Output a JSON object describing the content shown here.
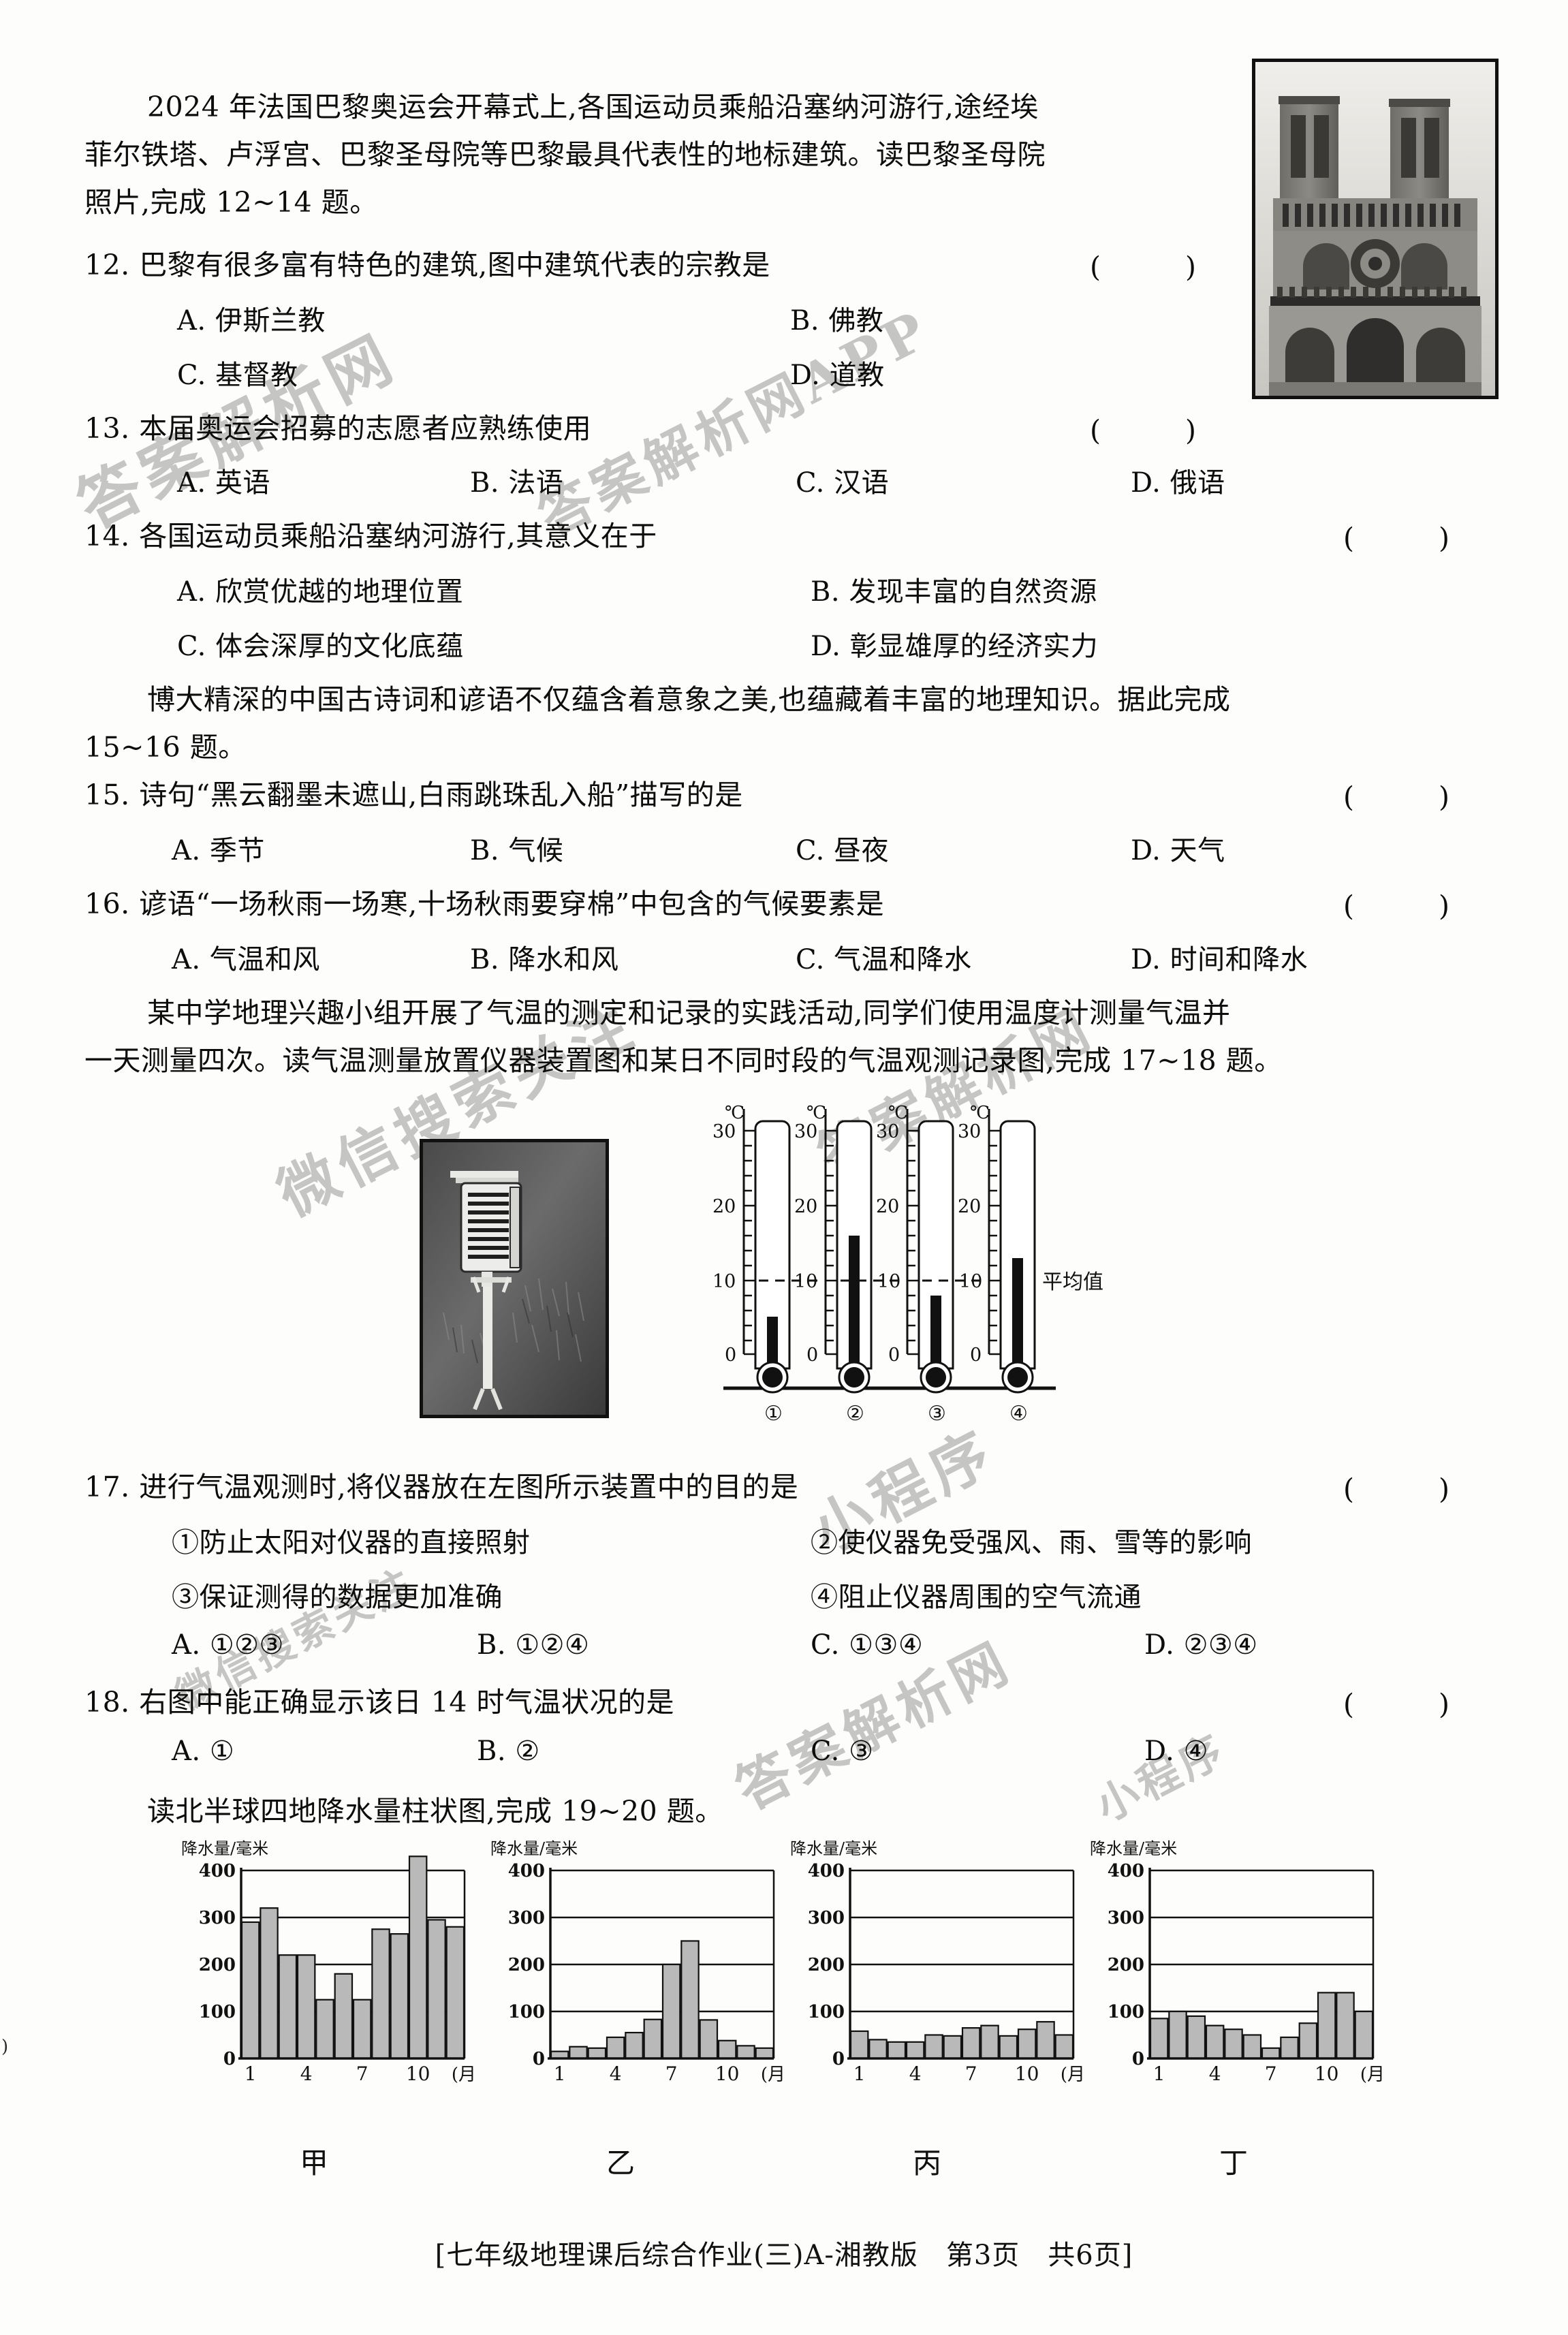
{
  "page": {
    "footer": "[七年级地理课后综合作业(三)A-湘教版　第3页　共6页]",
    "edge_mark_left": ")"
  },
  "passage_1": {
    "line1": "2024 年法国巴黎奥运会开幕式上,各国运动员乘船沿塞纳河游行,途经埃",
    "line2": "菲尔铁塔、卢浮宫、巴黎圣母院等巴黎最具代表性的地标建筑。读巴黎圣母院",
    "line3": "照片,完成 12~14 题。"
  },
  "questions": [
    {
      "stem": "12. 巴黎有很多富有特色的建筑,图中建筑代表的宗教是",
      "bracket": "(　　)",
      "options": [
        "A. 伊斯兰教",
        "B. 佛教",
        "C. 基督教",
        "D. 道教"
      ],
      "layout": "2x2"
    },
    {
      "stem": "13. 本届奥运会招募的志愿者应熟练使用",
      "bracket": "(　　)",
      "options": [
        "A. 英语",
        "B. 法语",
        "C. 汉语",
        "D. 俄语"
      ],
      "layout": "1x4"
    },
    {
      "stem": "14. 各国运动员乘船沿塞纳河游行,其意义在于",
      "bracket": "(　　)",
      "options": [
        "A. 欣赏优越的地理位置",
        "B. 发现丰富的自然资源",
        "C. 体会深厚的文化底蕴",
        "D. 彰显雄厚的经济实力"
      ],
      "layout": "2x2"
    }
  ],
  "passage_2": {
    "line1": "博大精深的中国古诗词和谚语不仅蕴含着意象之美,也蕴藏着丰富的地理知识。据此完成",
    "line2": "15~16 题。"
  },
  "questions_2": [
    {
      "stem": "15. 诗句“黑云翻墨未遮山,白雨跳珠乱入船”描写的是",
      "bracket": "(　　)",
      "options": [
        "A. 季节",
        "B. 气候",
        "C. 昼夜",
        "D. 天气"
      ],
      "layout": "1x4"
    },
    {
      "stem": "16. 谚语“一场秋雨一场寒,十场秋雨要穿棉”中包含的气候要素是",
      "bracket": "(　　)",
      "options": [
        "A. 气温和风",
        "B. 降水和风",
        "C. 气温和降水",
        "D. 时间和降水"
      ],
      "layout": "1x4"
    }
  ],
  "passage_3": {
    "line1": "某中学地理兴趣小组开展了气温的测定和记录的实践活动,同学们使用温度计测量气温并",
    "line2": "一天测量四次。读气温测量放置仪器装置图和某日不同时段的气温观测记录图,完成 17~18 题。"
  },
  "questions_3": [
    {
      "stem": "17. 进行气温观测时,将仪器放在左图所示装置中的目的是",
      "bracket": "(　　)",
      "statements": [
        "①防止太阳对仪器的直接照射",
        "②使仪器免受强风、雨、雪等的影响",
        "③保证测得的数据更加准确",
        "④阻止仪器周围的空气流通"
      ],
      "options": [
        "A. ①②③",
        "B. ①②④",
        "C. ①③④",
        "D. ②③④"
      ],
      "layout": "1x4"
    },
    {
      "stem": "18. 右图中能正确显示该日 14 时气温状况的是",
      "bracket": "(　　)",
      "options": [
        "A. ①",
        "B. ②",
        "C. ③",
        "D. ④"
      ],
      "layout": "1x4"
    }
  ],
  "passage_4": {
    "line1": "读北半球四地降水量柱状图,完成 19~20 题。"
  },
  "figures": {
    "notredame": {
      "caption": "巴黎圣母院照片",
      "alt": "notre-dame-cathedral-photo"
    },
    "stevenson_screen": {
      "caption": "气温测量放置仪器装置图",
      "alt": "stevenson-screen-photo"
    },
    "thermometers": {
      "unit_label": "℃",
      "tick_labels": [
        "30",
        "20",
        "10",
        "0"
      ],
      "average_label": "平均值",
      "dashed_value": 10,
      "items": [
        {
          "id": "①",
          "reading": 5
        },
        {
          "id": "②",
          "reading": 16
        },
        {
          "id": "③",
          "reading": 8
        },
        {
          "id": "④",
          "reading": 13
        }
      ]
    }
  },
  "chart_data": [
    {
      "type": "bar",
      "title": "甲",
      "ylabel": "降水量/毫米",
      "xlabel": "(月)",
      "categories": [
        "1",
        "2",
        "3",
        "4",
        "5",
        "6",
        "7",
        "8",
        "9",
        "10",
        "11",
        "12"
      ],
      "tick_labels": [
        "1",
        "4",
        "7",
        "10"
      ],
      "values": [
        290,
        320,
        220,
        220,
        125,
        180,
        125,
        275,
        265,
        430,
        295,
        280
      ],
      "ylim": [
        0,
        400
      ],
      "yticks": [
        0,
        100,
        200,
        300,
        400
      ],
      "grid": true,
      "bar_color": "#b9b9b9"
    },
    {
      "type": "bar",
      "title": "乙",
      "ylabel": "降水量/毫米",
      "xlabel": "(月)",
      "categories": [
        "1",
        "2",
        "3",
        "4",
        "5",
        "6",
        "7",
        "8",
        "9",
        "10",
        "11",
        "12"
      ],
      "tick_labels": [
        "1",
        "4",
        "7",
        "10"
      ],
      "values": [
        15,
        25,
        22,
        45,
        55,
        83,
        200,
        250,
        82,
        38,
        27,
        22
      ],
      "ylim": [
        0,
        400
      ],
      "yticks": [
        0,
        100,
        200,
        300,
        400
      ],
      "grid": true,
      "bar_color": "#b9b9b9"
    },
    {
      "type": "bar",
      "title": "丙",
      "ylabel": "降水量/毫米",
      "xlabel": "(月)",
      "categories": [
        "1",
        "2",
        "3",
        "4",
        "5",
        "6",
        "7",
        "8",
        "9",
        "10",
        "11",
        "12"
      ],
      "tick_labels": [
        "1",
        "4",
        "7",
        "10"
      ],
      "values": [
        58,
        40,
        35,
        35,
        50,
        48,
        65,
        70,
        48,
        62,
        78,
        50
      ],
      "ylim": [
        0,
        400
      ],
      "yticks": [
        0,
        100,
        200,
        300,
        400
      ],
      "grid": true,
      "bar_color": "#b9b9b9"
    },
    {
      "type": "bar",
      "title": "丁",
      "ylabel": "降水量/毫米",
      "xlabel": "(月)",
      "categories": [
        "1",
        "2",
        "3",
        "4",
        "5",
        "6",
        "7",
        "8",
        "9",
        "10",
        "11",
        "12"
      ],
      "tick_labels": [
        "1",
        "4",
        "7",
        "10"
      ],
      "values": [
        85,
        100,
        90,
        70,
        62,
        50,
        22,
        45,
        75,
        140,
        140,
        100
      ],
      "ylim": [
        0,
        400
      ],
      "yticks": [
        0,
        100,
        200,
        300,
        400
      ],
      "grid": true,
      "bar_color": "#b9b9b9"
    }
  ],
  "watermarks": {
    "w1": "答案解析网",
    "w2": "答案解析网APP",
    "w3": "微信搜索关注",
    "w4": "答案解析网",
    "w5": "小程序",
    "w6": "答案解析网",
    "w7": "小程序",
    "w8": "微信搜索关注"
  }
}
